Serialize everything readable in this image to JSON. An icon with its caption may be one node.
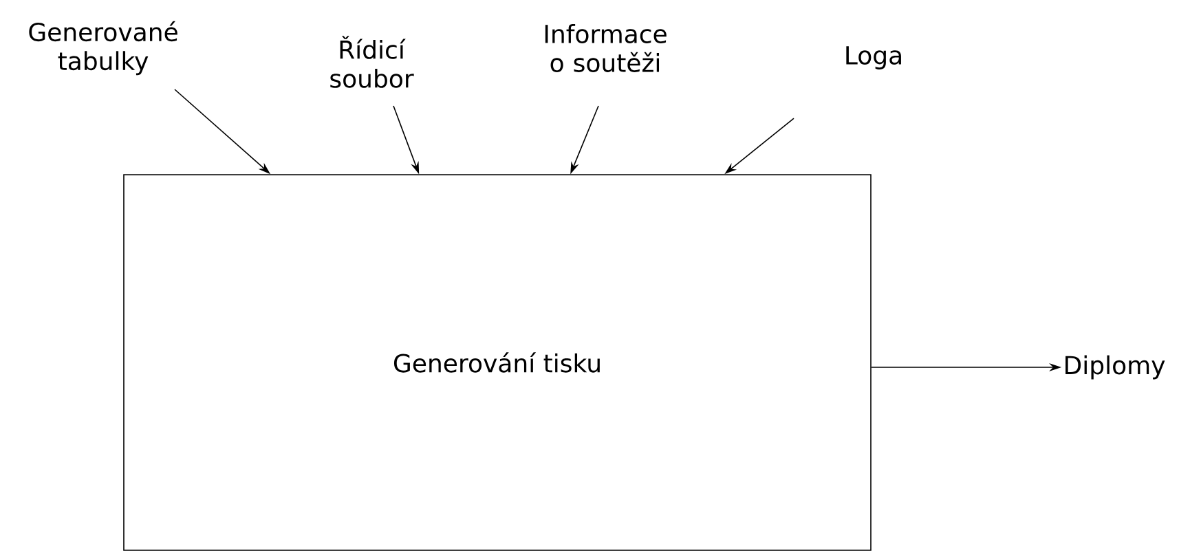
{
  "diagram": {
    "nodes": [
      {
        "text": [
          "Generované tabulky"
        ]
      },
      {
        "text": [
          "Řídicí soubor"
        ]
      },
      {
        "text": [
          "Informace o soutěži"
        ]
      },
      {
        "text": [
          "Loga"
        ]
      },
      {
        "text": [
          "Generování tisku"
        ]
      },
      {
        "text": [
          "Diplomy"
        ]
      }
    ],
    "edges": [
      {
        "from": 0,
        "to": 4,
        "arrow": "to"
      },
      {
        "from": 1,
        "to": 4,
        "arrow": "to"
      },
      {
        "from": 2,
        "to": 4,
        "arrow": "to"
      },
      {
        "from": 3,
        "to": 4,
        "arrow": "to"
      },
      {
        "from": 4,
        "to": 5,
        "arrow": "to"
      }
    ]
  }
}
